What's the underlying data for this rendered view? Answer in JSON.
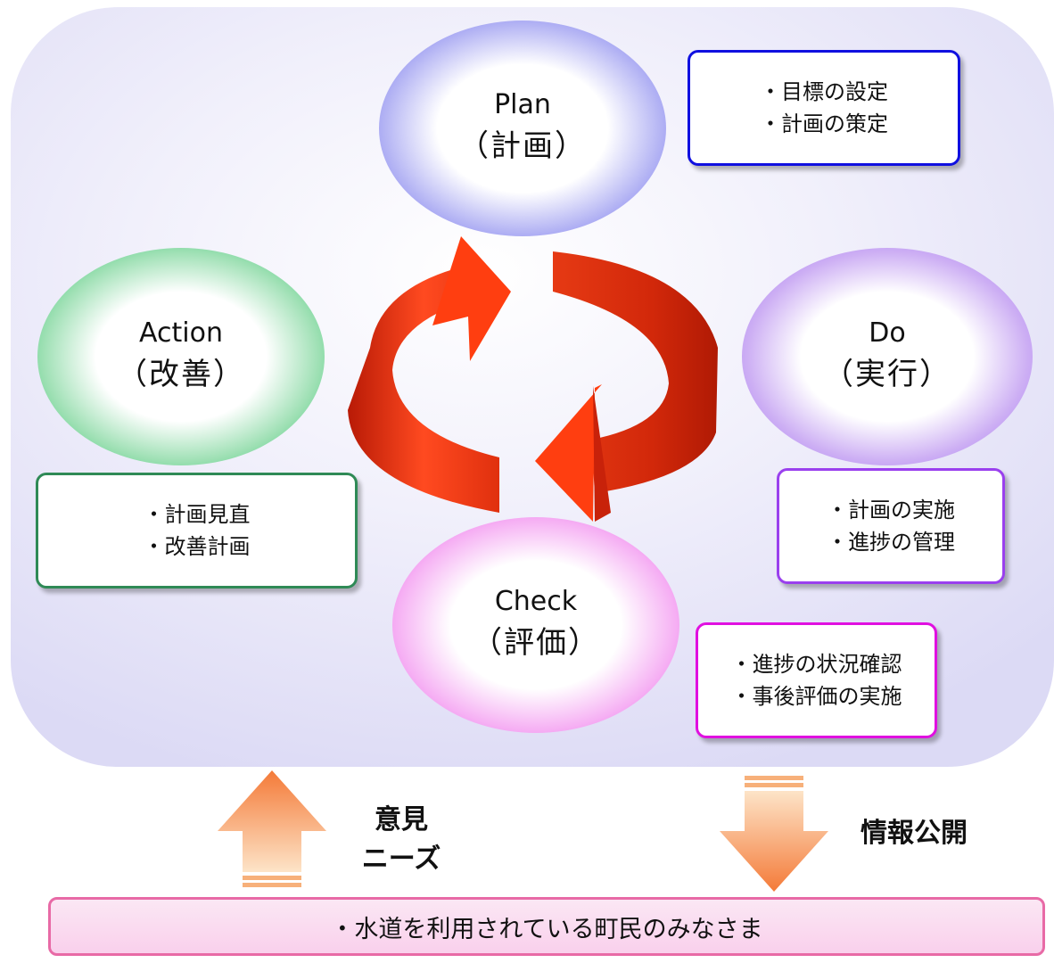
{
  "diagram": {
    "plan": {
      "name": "Plan",
      "label": "（計画）",
      "notes": [
        "・目標の設定",
        "・計画の策定"
      ]
    },
    "do": {
      "name": "Do",
      "label": "（実行）",
      "notes": [
        "・計画の実施",
        "・進捗の管理"
      ]
    },
    "check": {
      "name": "Check",
      "label": "（評価）",
      "notes": [
        "・進捗の状況確認",
        "・事後評価の実施"
      ]
    },
    "action": {
      "name": "Action",
      "label": "（改善）",
      "notes": [
        "・計画見直",
        "・改善計画"
      ]
    }
  },
  "flows": {
    "up_label_1": "意見",
    "up_label_2": "ニーズ",
    "down_label": "情報公開"
  },
  "bottom": {
    "text": "・水道を利用されている町民のみなさま"
  },
  "colors": {
    "plan": "#5c5cec",
    "do": "#9866ee",
    "check": "#e64ee4",
    "action": "#17bd5d",
    "cycle_arrow": "#e02a10",
    "flow_arrow": "#f38a3a",
    "bottom_border": "#e86aa6"
  }
}
